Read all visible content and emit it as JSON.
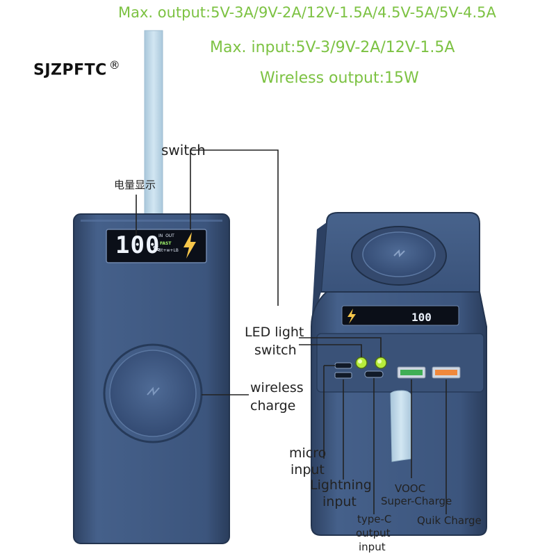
{
  "brand": {
    "name": "SJZPFTC",
    "mark": "®"
  },
  "specs": {
    "max_output": "Max. output:5V-3A/9V-2A/12V-1.5A/4.5V-5A/5V-4.5A",
    "max_input": "Max. input:5V-3/9V-2A/12V-1.5A",
    "wireless_output": "Wireless output:15W"
  },
  "display": {
    "percent": "100",
    "percent_sign": "%",
    "in_out": "IN  OUT",
    "fast": "FAST",
    "mode": "Bt+w+LB",
    "rear_readout": "100"
  },
  "labels": {
    "battery_display": "电量显示",
    "switch": "switch",
    "led_light": "LED light",
    "led_switch": "switch",
    "wireless": "wireless",
    "charge": "charge",
    "micro": "micro",
    "micro_input": "input",
    "lightning": "Lightning",
    "lightning_input": "input",
    "vooc": "VOOC",
    "super_charge": "Super-Charge",
    "type_c": "type-C",
    "output": "output",
    "type_c_input": "input",
    "quick_charge": "Quik Charge"
  },
  "colors": {
    "spec_green": "#7cc242",
    "body": "#3b5277",
    "strap": "#c4dcec",
    "usb_green": "#3fae55",
    "usb_orange": "#f0883c",
    "led": "#b7ec3c"
  }
}
